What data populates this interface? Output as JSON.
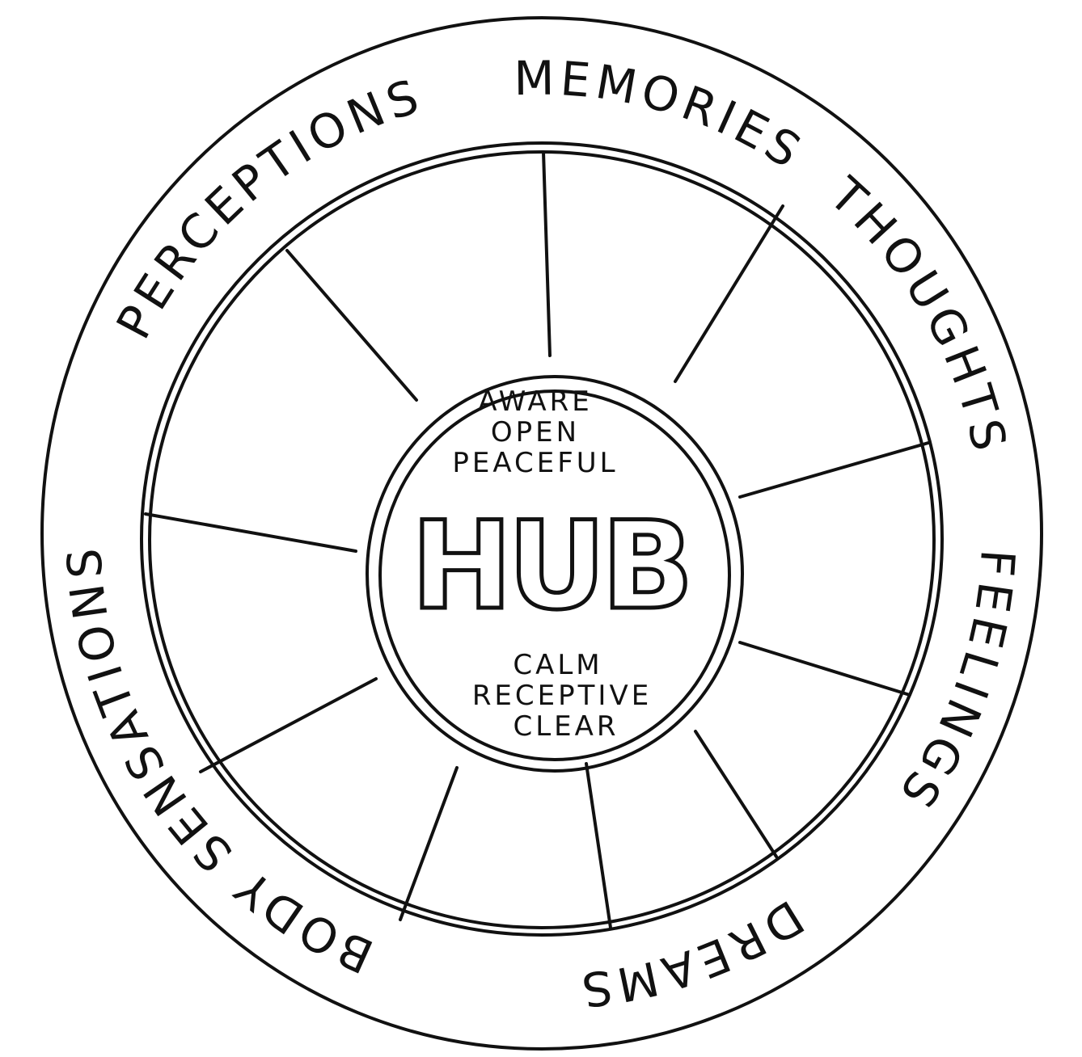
{
  "outer_labels": [
    "PERCEPTIONS",
    "MEMORIES",
    "THOUGHTS",
    "FEELINGS",
    "DREAMS",
    "BODY SENSATIONS"
  ],
  "hub": {
    "top_words": [
      "AWARE",
      "OPEN",
      "PEACEFUL"
    ],
    "title": "HUB",
    "bottom_words": [
      "CALM",
      "RECEPTIVE",
      "CLEAR"
    ]
  }
}
